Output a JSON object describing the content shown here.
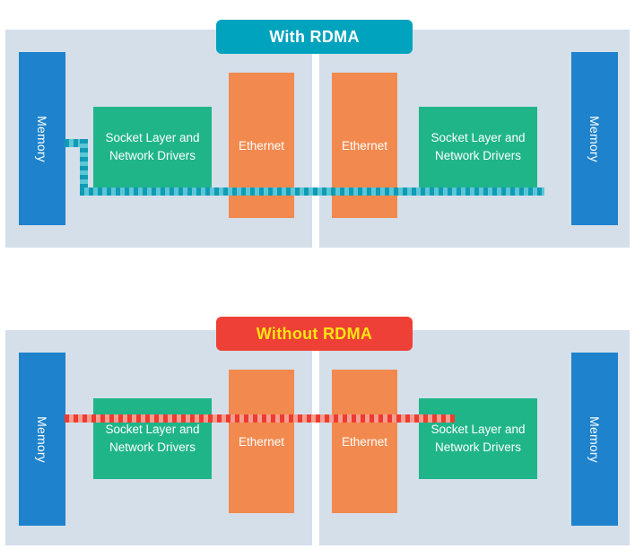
{
  "diagram": {
    "title": "RDMA vs non-RDMA data path comparison",
    "colors": {
      "panel_background": "#d4dfea",
      "page_background": "#ffffff",
      "memory_blue": "#1e82cc",
      "socket_green": "#1fb589",
      "ethernet_orange": "#f2894e",
      "badge_with_rdma_fill": "#00a3bd",
      "badge_with_rdma_text": "#ffffff",
      "badge_without_rdma_fill": "#ee4036",
      "badge_without_rdma_text": "#ffe512",
      "dash_teal": "#0f9bb5",
      "dash_red": "#ee3b2f"
    },
    "panels": [
      {
        "id": "with-rdma",
        "badge_label": "With RDMA",
        "path_color": "#0f9bb5",
        "path_description": "Memory bypasses Socket Layer and Network Drivers, routing under the stack directly through Ethernet to the remote Memory.",
        "blocks": {
          "memory_left": "Memory",
          "socket_left": "Socket Layer and\nNetwork Drivers",
          "ethernet_left": "Ethernet",
          "ethernet_right": "Ethernet",
          "socket_right": "Socket Layer and\nNetwork Drivers",
          "memory_right": "Memory"
        },
        "block_labels": {
          "memory_left_line": "Memory",
          "socket_left_line1": "Socket Layer and",
          "socket_left_line2": "Network Drivers",
          "ethernet_left_line": "Ethernet",
          "ethernet_right_line": "Ethernet",
          "socket_right_line1": "Socket Layer and",
          "socket_right_line2": "Network Drivers",
          "memory_right_line": "Memory"
        }
      },
      {
        "id": "without-rdma",
        "badge_label": "Without RDMA",
        "path_color": "#ee3b2f",
        "path_description": "Data travels from Memory straight through the Socket Layer and Network Drivers and Ethernet on both hosts.",
        "blocks": {
          "memory_left": "Memory",
          "socket_left": "Socket Layer and\nNetwork Drivers",
          "ethernet_left": "Ethernet",
          "ethernet_right": "Ethernet",
          "socket_right": "Socket Layer and\nNetwork Drivers",
          "memory_right": "Memory"
        },
        "block_labels": {
          "memory_left_line": "Memory",
          "socket_left_line1": "Socket Layer and",
          "socket_left_line2": "Network Drivers",
          "ethernet_left_line": "Ethernet",
          "ethernet_right_line": "Ethernet",
          "socket_right_line1": "Socket Layer and",
          "socket_right_line2": "Network Drivers",
          "memory_right_line": "Memory"
        }
      }
    ]
  }
}
